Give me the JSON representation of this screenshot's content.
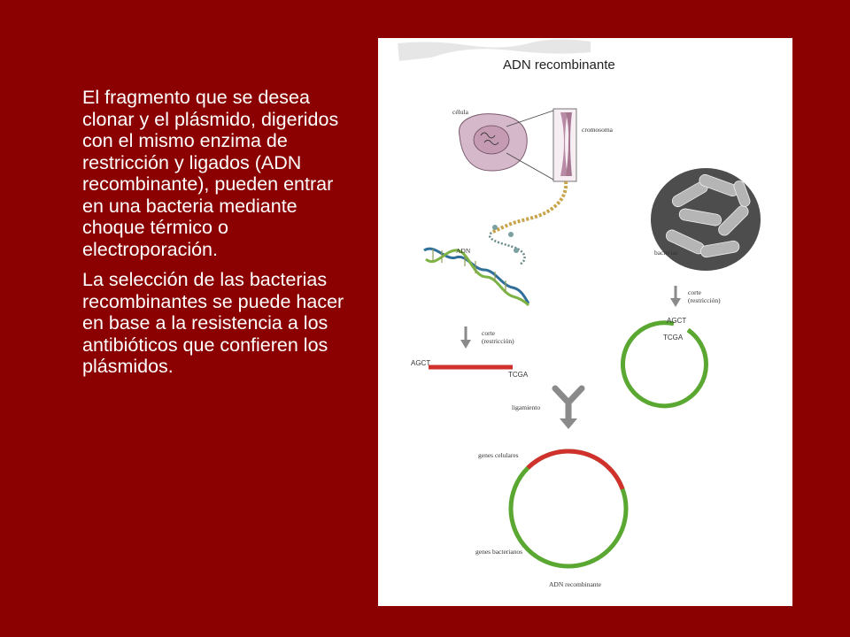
{
  "text": {
    "paragraph1": "El fragmento que se desea clonar y el plásmido, digeridos con el mismo enzima de restricción y ligados (ADN recombinante), pueden entrar en una bacteria mediante choque térmico  o electroporación.",
    "paragraph2": "La selección de las bacterias recombinantes se puede hacer en base a la resistencia a los antibióticos que confieren los plásmidos."
  },
  "figure": {
    "title": "ADN recombinante",
    "labels": {
      "cell": "célula",
      "chromosome": "cromosoma",
      "dna": "ADN",
      "bacteria": "bacterias",
      "cut_left_line1": "corte",
      "cut_left_line2": "(restricción)",
      "cut_right_line1": "corte",
      "cut_right_line2": "(restricción)",
      "seq_left_start": "AGCT",
      "seq_left_end": "TCGA",
      "seq_plasmid_top": "AGCT",
      "seq_plasmid_bottom": "TCGA",
      "ligation": "ligamiento",
      "cell_genes": "genes celulares",
      "bacterial_genes": "genes bacterianos",
      "result": "ADN recombinante"
    },
    "colors": {
      "slide_background": "#8b0000",
      "insert_dna": "#d0312d",
      "plasmid": "#5aa832",
      "arrow": "#8a8a8a"
    }
  }
}
